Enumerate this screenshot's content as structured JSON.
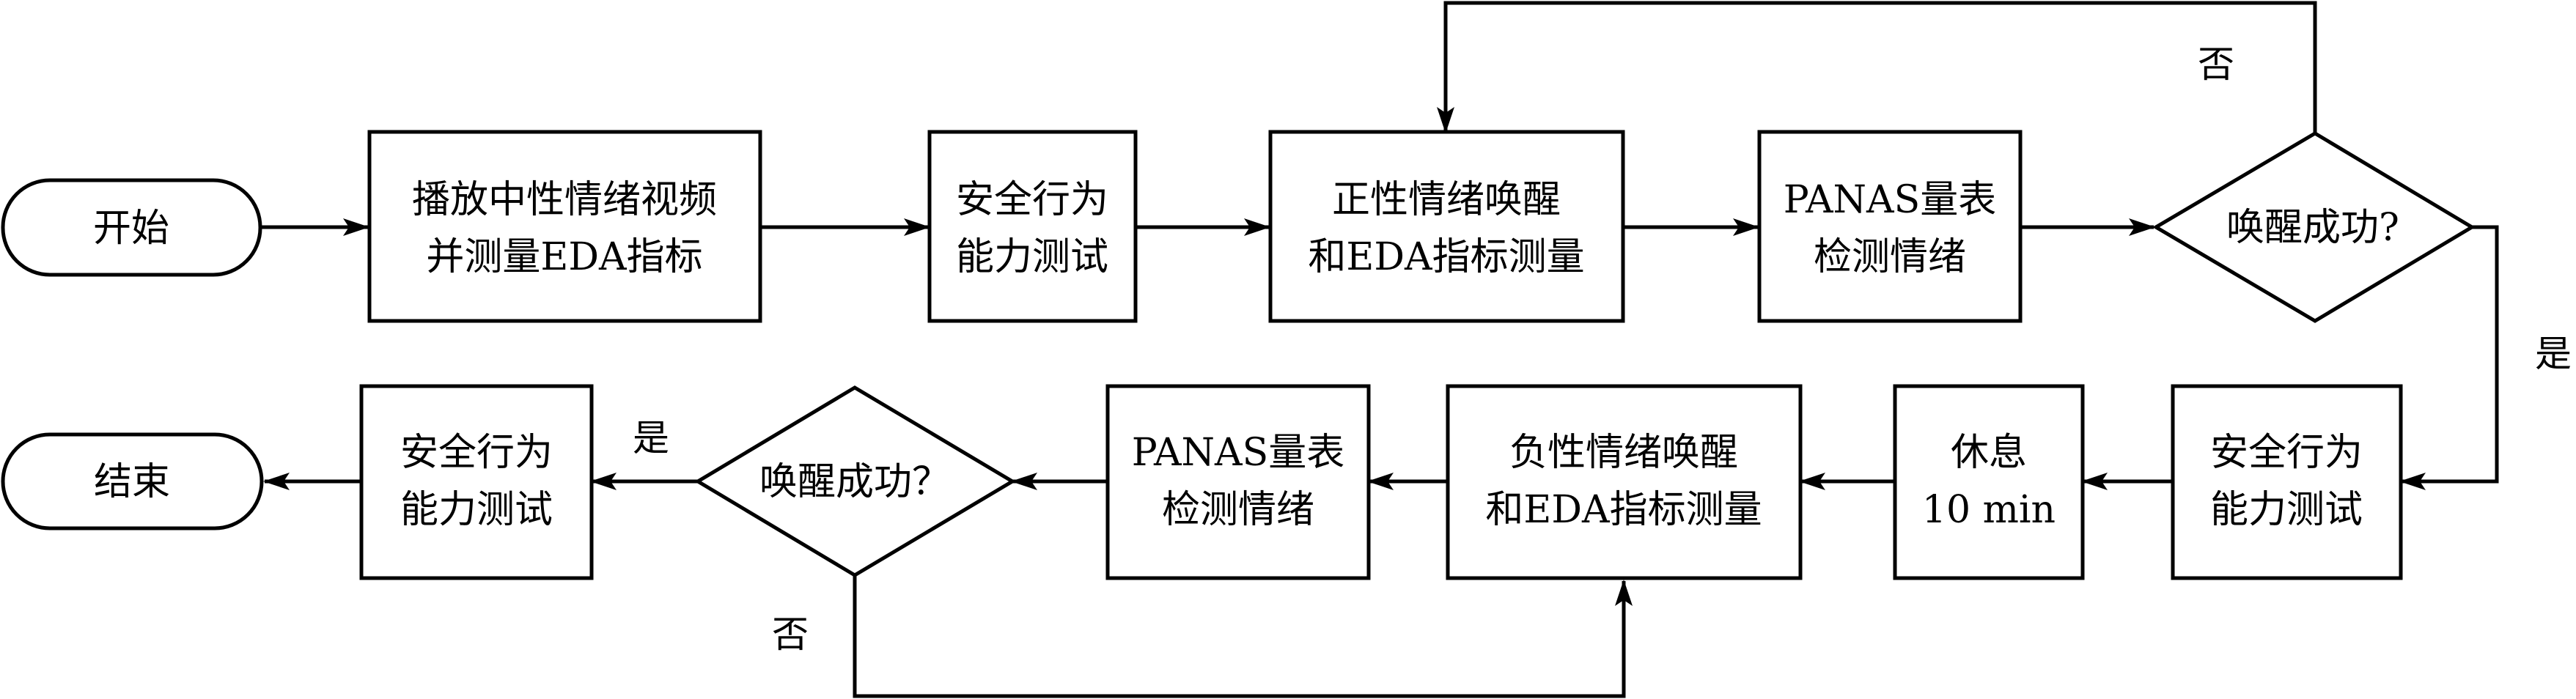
{
  "nodes": {
    "start": {
      "lines": [
        "开始"
      ]
    },
    "play_video": {
      "lines": [
        "播放中性情绪视频",
        "并测量EDA指标"
      ]
    },
    "safety_test_1": {
      "lines": [
        "安全行为",
        "能力测试"
      ]
    },
    "positive_arousal": {
      "lines": [
        "正性情绪唤醒",
        "和EDA指标测量"
      ]
    },
    "panas_1": {
      "lines": [
        "PANAS量表",
        "检测情绪"
      ]
    },
    "decision_1": {
      "lines": [
        "唤醒成功?"
      ]
    },
    "safety_test_2": {
      "lines": [
        "安全行为",
        "能力测试"
      ]
    },
    "rest": {
      "lines": [
        "休息",
        "10 min"
      ]
    },
    "negative_arousal": {
      "lines": [
        "负性情绪唤醒",
        "和EDA指标测量"
      ]
    },
    "panas_2": {
      "lines": [
        "PANAS量表",
        "检测情绪"
      ]
    },
    "decision_2": {
      "lines": [
        "唤醒成功？"
      ]
    },
    "safety_test_3": {
      "lines": [
        "安全行为",
        "能力测试"
      ]
    },
    "end": {
      "lines": [
        "结束"
      ]
    }
  },
  "edge_labels": {
    "decision_1_no": "否",
    "decision_1_yes": "是",
    "decision_2_yes": "是",
    "decision_2_no": "否"
  }
}
